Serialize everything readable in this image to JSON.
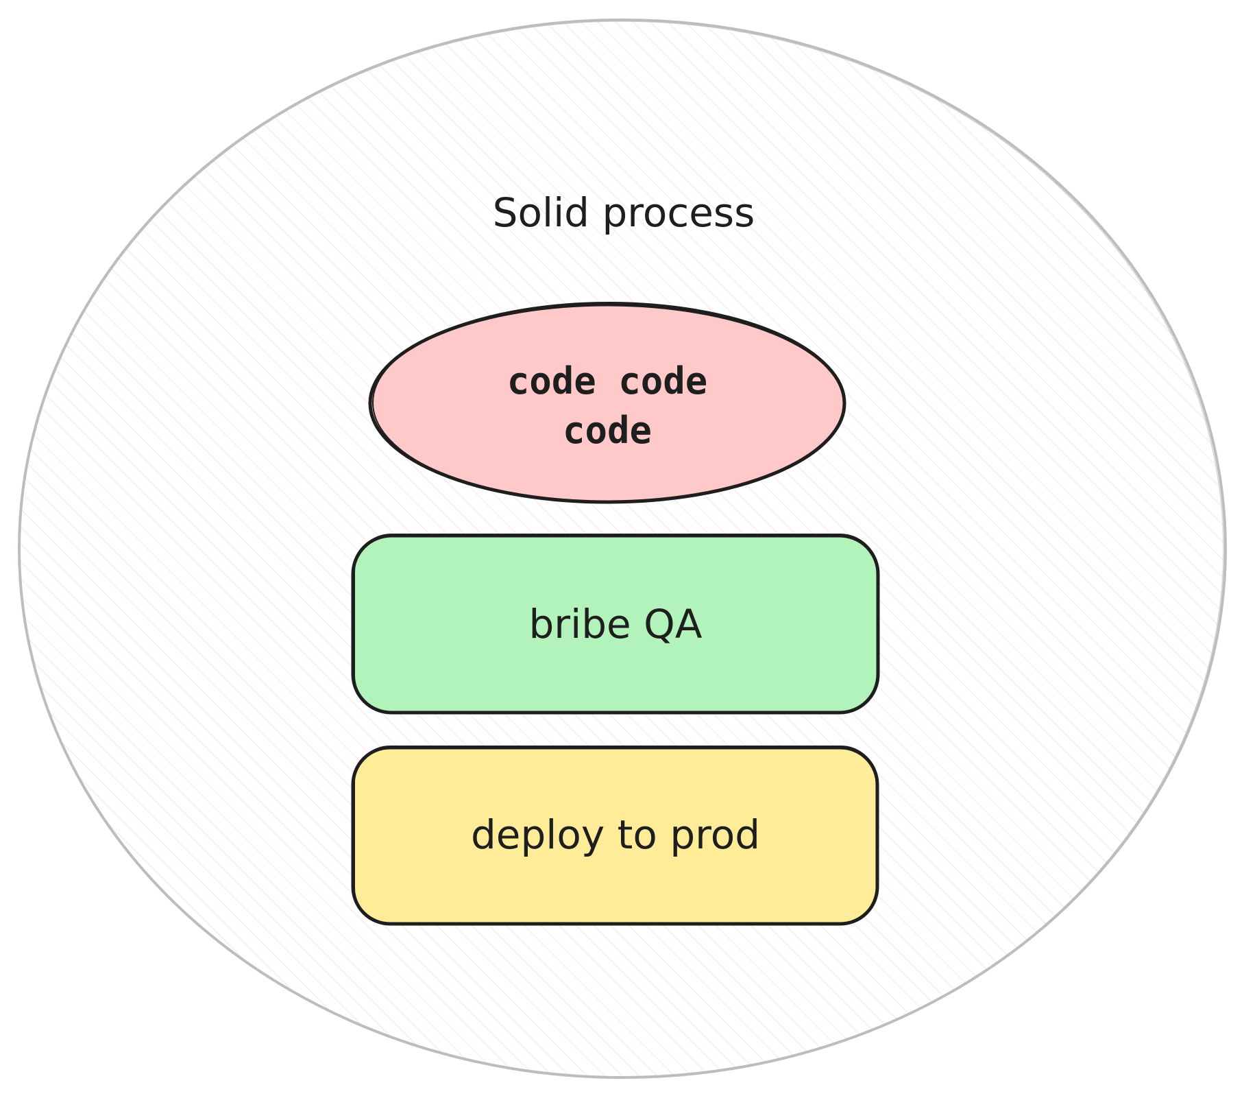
{
  "diagram": {
    "title": "Solid process",
    "steps": {
      "code": {
        "line1": "code code",
        "line2": "code"
      },
      "qa": {
        "label": "bribe QA"
      },
      "deploy": {
        "label": "deploy to prod"
      }
    }
  },
  "colors": {
    "container_stroke": "#bdbdbd",
    "container_hatch": "#ffc9c9",
    "code_fill": "#ffc9c9",
    "qa_fill": "#b2f2bb",
    "deploy_fill": "#ffec99",
    "shape_stroke": "#1e1e1e"
  }
}
